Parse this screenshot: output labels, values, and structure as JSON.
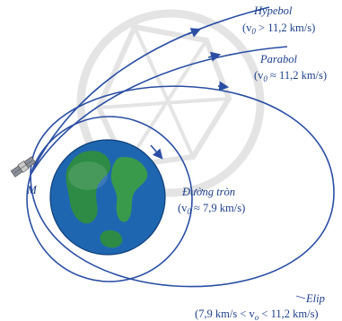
{
  "diagram": {
    "colors": {
      "orbit": "#2a4ea3",
      "label": "#1d3f8a",
      "ocean": "#1f66b0",
      "land": "#2e8b45",
      "watermark": "#e6e6e6"
    },
    "point_label": "M",
    "orbits": [
      {
        "name": "Hypebol",
        "condition": "(v0 > 11,2 km/s)",
        "name_text": "Hypebol",
        "cond_open": "(v",
        "cond_sub": "0",
        "cond_rest": " > 11,2 km/s)"
      },
      {
        "name": "Parabol",
        "condition": "(v0 ≈ 11,2 km/s)",
        "name_text": "Parabol",
        "cond_open": "(v",
        "cond_sub": "0",
        "cond_rest": " ≈ 11,2 km/s)"
      },
      {
        "name": "Đường tròn",
        "condition": "(v0 ≈ 7,9 km/s)",
        "name_text": "Đường tròn",
        "cond_open": "(v",
        "cond_sub": "0",
        "cond_rest": " ≈ 7,9 km/s)"
      },
      {
        "name": "Elip",
        "condition": "(7,9 km/s < v0 < 11,2 km/s)",
        "name_text": "Elip",
        "cond_open": "(7,9 km/s < v",
        "cond_sub": "o",
        "cond_rest": " < 11,2 km/s)"
      }
    ],
    "icons": [
      "satellite-icon",
      "earth-globe-icon",
      "watermark-logo"
    ]
  }
}
